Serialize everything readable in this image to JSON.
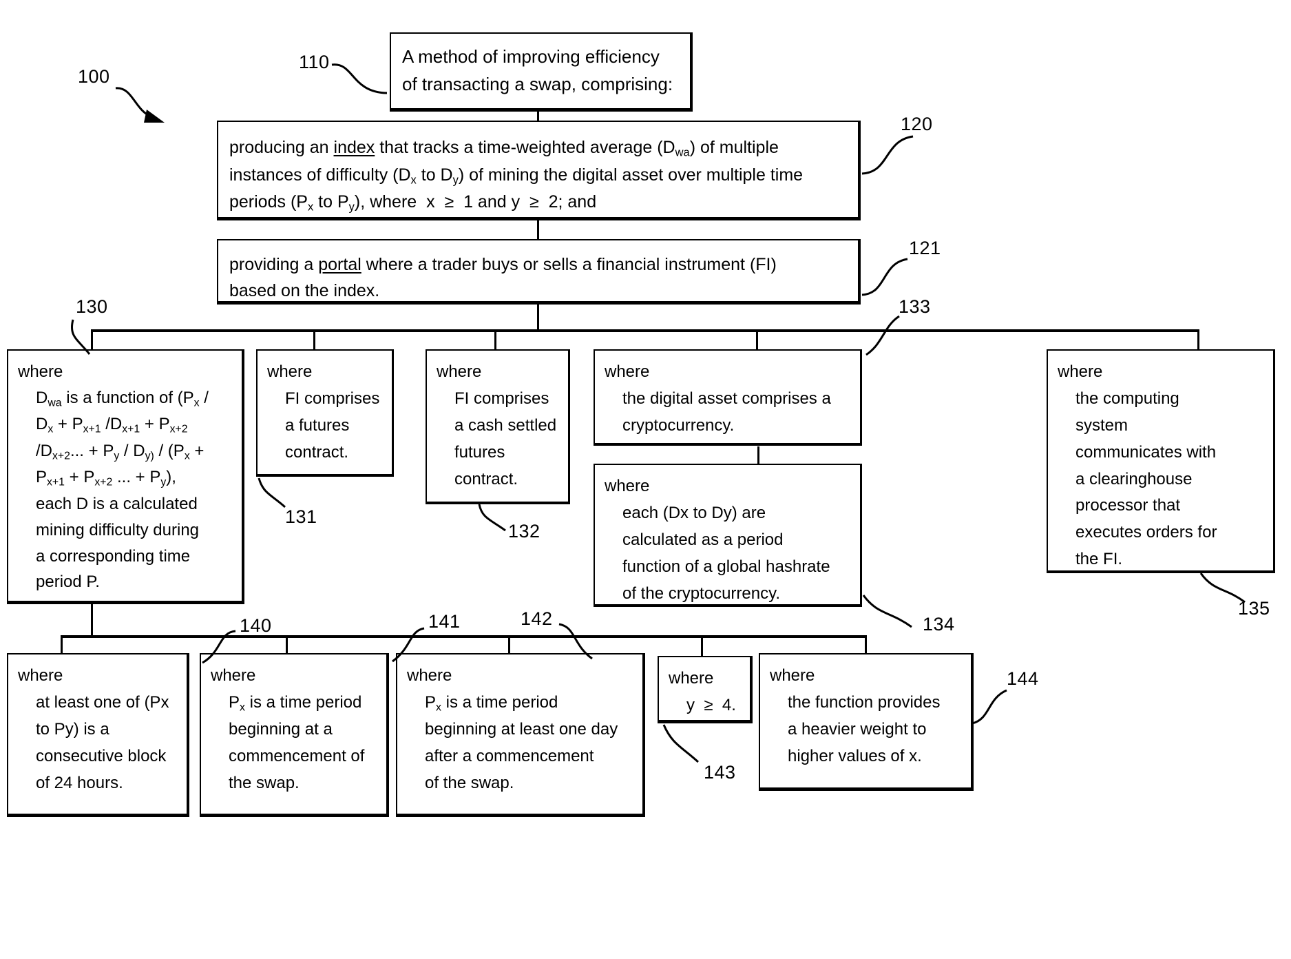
{
  "diagram": {
    "figure_label": "100",
    "nodes": [
      {
        "id": "110",
        "ref": "110",
        "lines": [
          "A method of improving efficiency",
          "of transacting a swap, comprising:"
        ]
      },
      {
        "id": "120",
        "ref": "120",
        "lines": [
          "producing an index that tracks a time-weighted average (Dwa) of multiple",
          "instances of difficulty (Dx to Dy) of mining the digital asset over multiple time",
          "periods (Px to Py), where  x  ≥  1 and y  ≥  2; and"
        ]
      },
      {
        "id": "121",
        "ref": "121",
        "lines": [
          "providing a portal where a trader buys or sells a financial instrument (FI)",
          "based on the index."
        ]
      },
      {
        "id": "130",
        "ref": "130",
        "lines": [
          "where",
          "Dwa is a function of (Px /",
          "Dx + Px+1 /Dx+1 + Px+2",
          "/Dx+2... + Py / Dy) / (Px +",
          "Px+1 + Px+2 ... + Py),",
          "each D is a calculated",
          "mining difficulty during",
          "a corresponding time",
          "period P."
        ]
      },
      {
        "id": "131",
        "ref": "131",
        "lines": [
          "where",
          "FI comprises",
          "a futures",
          "contract."
        ]
      },
      {
        "id": "132",
        "ref": "132",
        "lines": [
          "where",
          "FI comprises",
          "a cash settled",
          "futures",
          "contract."
        ]
      },
      {
        "id": "133",
        "ref": "133",
        "lines": [
          "where",
          "the digital asset comprises a",
          "cryptocurrency."
        ]
      },
      {
        "id": "134",
        "ref": "134",
        "lines": [
          "where",
          "each (Dx to Dy) are",
          "calculated as a period",
          "function of a global hashrate",
          "of the cryptocurrency."
        ]
      },
      {
        "id": "135",
        "ref": "135",
        "lines": [
          "where",
          "the computing",
          "system",
          "communicates with",
          "a clearinghouse",
          "processor that",
          "executes orders for",
          "the FI."
        ]
      },
      {
        "id": "140",
        "ref": "140",
        "lines": [
          "where",
          "at least one of (Px",
          "to Py) is a",
          "consecutive block",
          "of 24 hours."
        ]
      },
      {
        "id": "141",
        "ref": "141",
        "lines": [
          "where",
          "Px is a time period",
          "beginning at a",
          "commencement of",
          "the swap."
        ]
      },
      {
        "id": "142",
        "ref": "142",
        "lines": [
          "where",
          "Px is a time period",
          "beginning at least one day",
          "after a commencement",
          "of the swap."
        ]
      },
      {
        "id": "143",
        "ref": "143",
        "lines": [
          "where",
          "y  ≥  4."
        ]
      },
      {
        "id": "144",
        "ref": "144",
        "lines": [
          "where",
          "the function provides",
          "a heavier weight to",
          "higher values of x."
        ]
      }
    ]
  }
}
